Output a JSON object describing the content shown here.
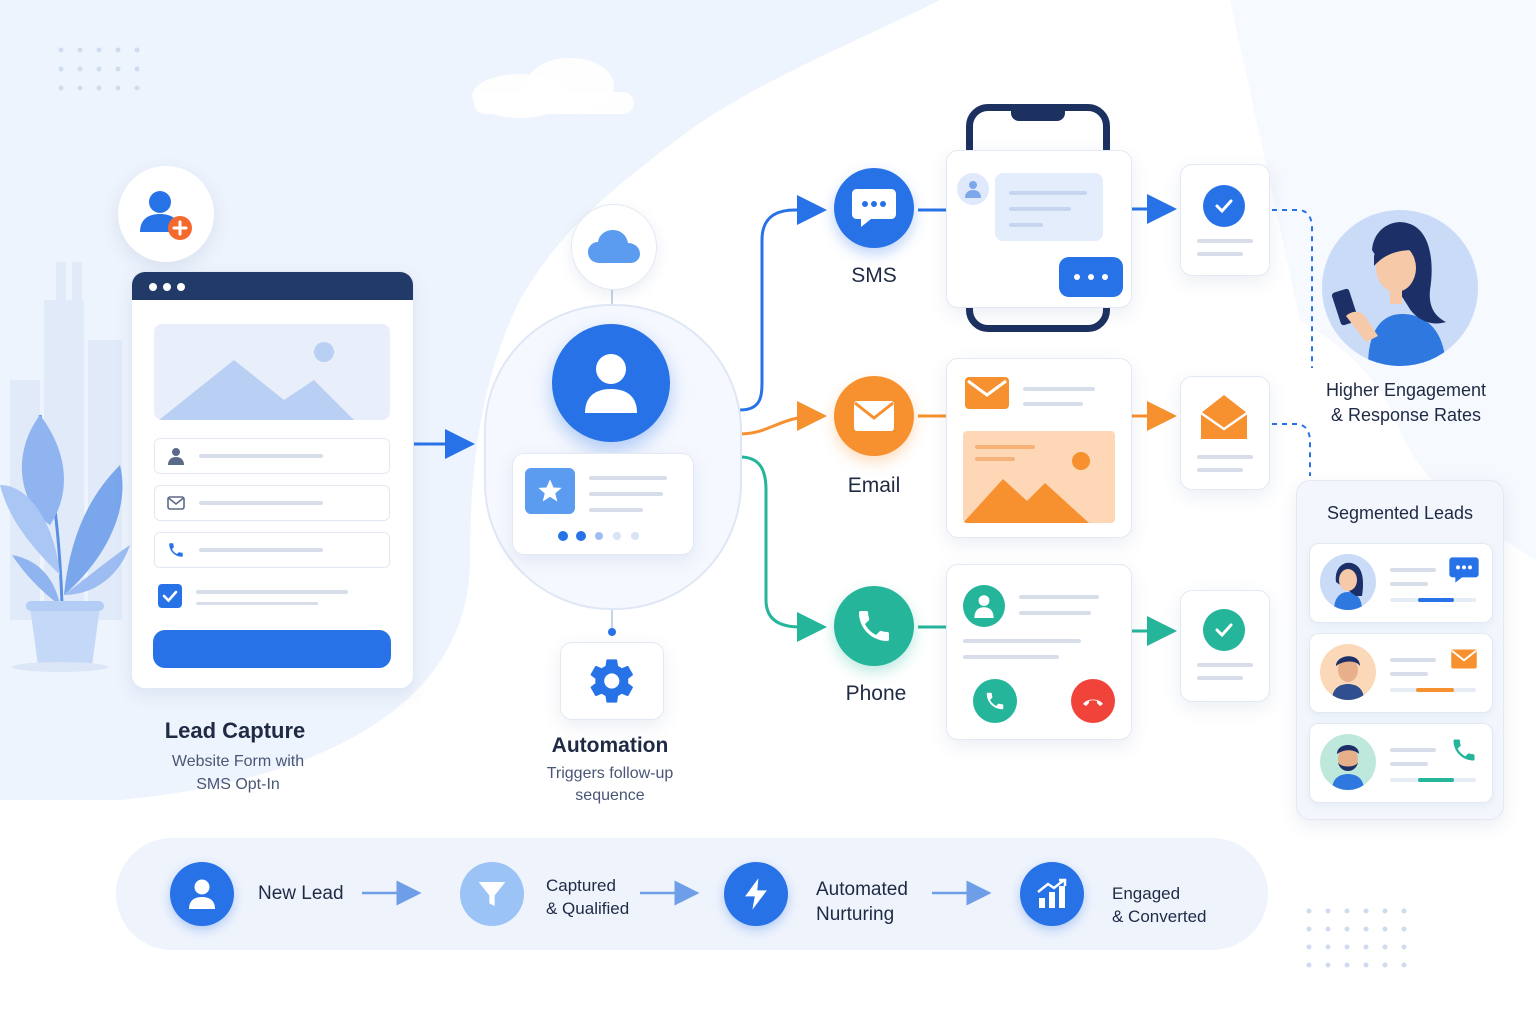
{
  "lead_capture": {
    "title": "Lead Capture",
    "subtitle_line1": "Website Form with",
    "subtitle_line2": "SMS Opt-In"
  },
  "automation": {
    "title": "Automation",
    "subtitle_line1": "Triggers follow-up",
    "subtitle_line2": "sequence"
  },
  "channels": {
    "sms": "SMS",
    "email": "Email",
    "phone": "Phone"
  },
  "engagement": {
    "line1": "Higher Engagement",
    "line2": "& Response Rates"
  },
  "segmented": {
    "title": "Segmented Leads"
  },
  "steps": [
    {
      "line1": "New Lead",
      "line2": ""
    },
    {
      "line1": "Captured",
      "line2": "& Qualified"
    },
    {
      "line1": "Automated",
      "line2": "Nurturing"
    },
    {
      "line1": "Engaged",
      "line2": "& Converted"
    }
  ],
  "colors": {
    "primary": "#2872e8",
    "sms": "#2872e8",
    "email": "#f7902e",
    "phone": "#25b59a",
    "danger": "#f0443a"
  }
}
